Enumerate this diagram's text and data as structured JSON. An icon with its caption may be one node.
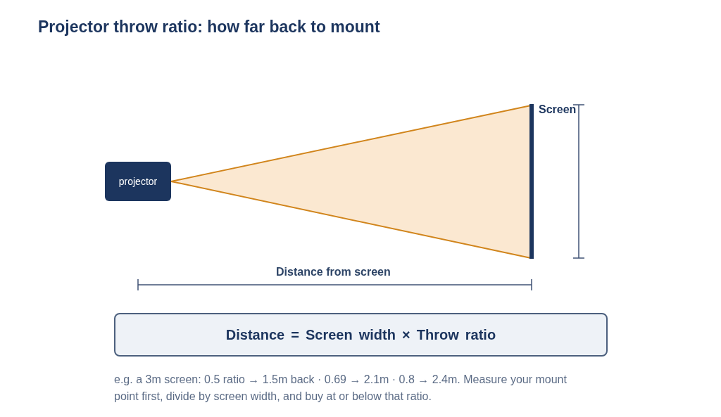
{
  "diagram": {
    "title": "Projector throw ratio: how far back to mount",
    "nodes": [
      {
        "text": [
          "projector"
        ]
      },
      {
        "text": [],
        "shape": "triangle"
      },
      {
        "text": [],
        "shape": "bar"
      },
      {
        "text": [
          "Distance = Screen width × Throw ratio"
        ]
      }
    ],
    "labels": [
      "Screen",
      "Distance from screen",
      "e.g. a 3m screen: 0.5 ratio → 1.5m back · 0.69 → 2.1m · 0.8 → 2.4m. Measure your mount point first, divide by screen width, and buy at or below that ratio."
    ]
  }
}
